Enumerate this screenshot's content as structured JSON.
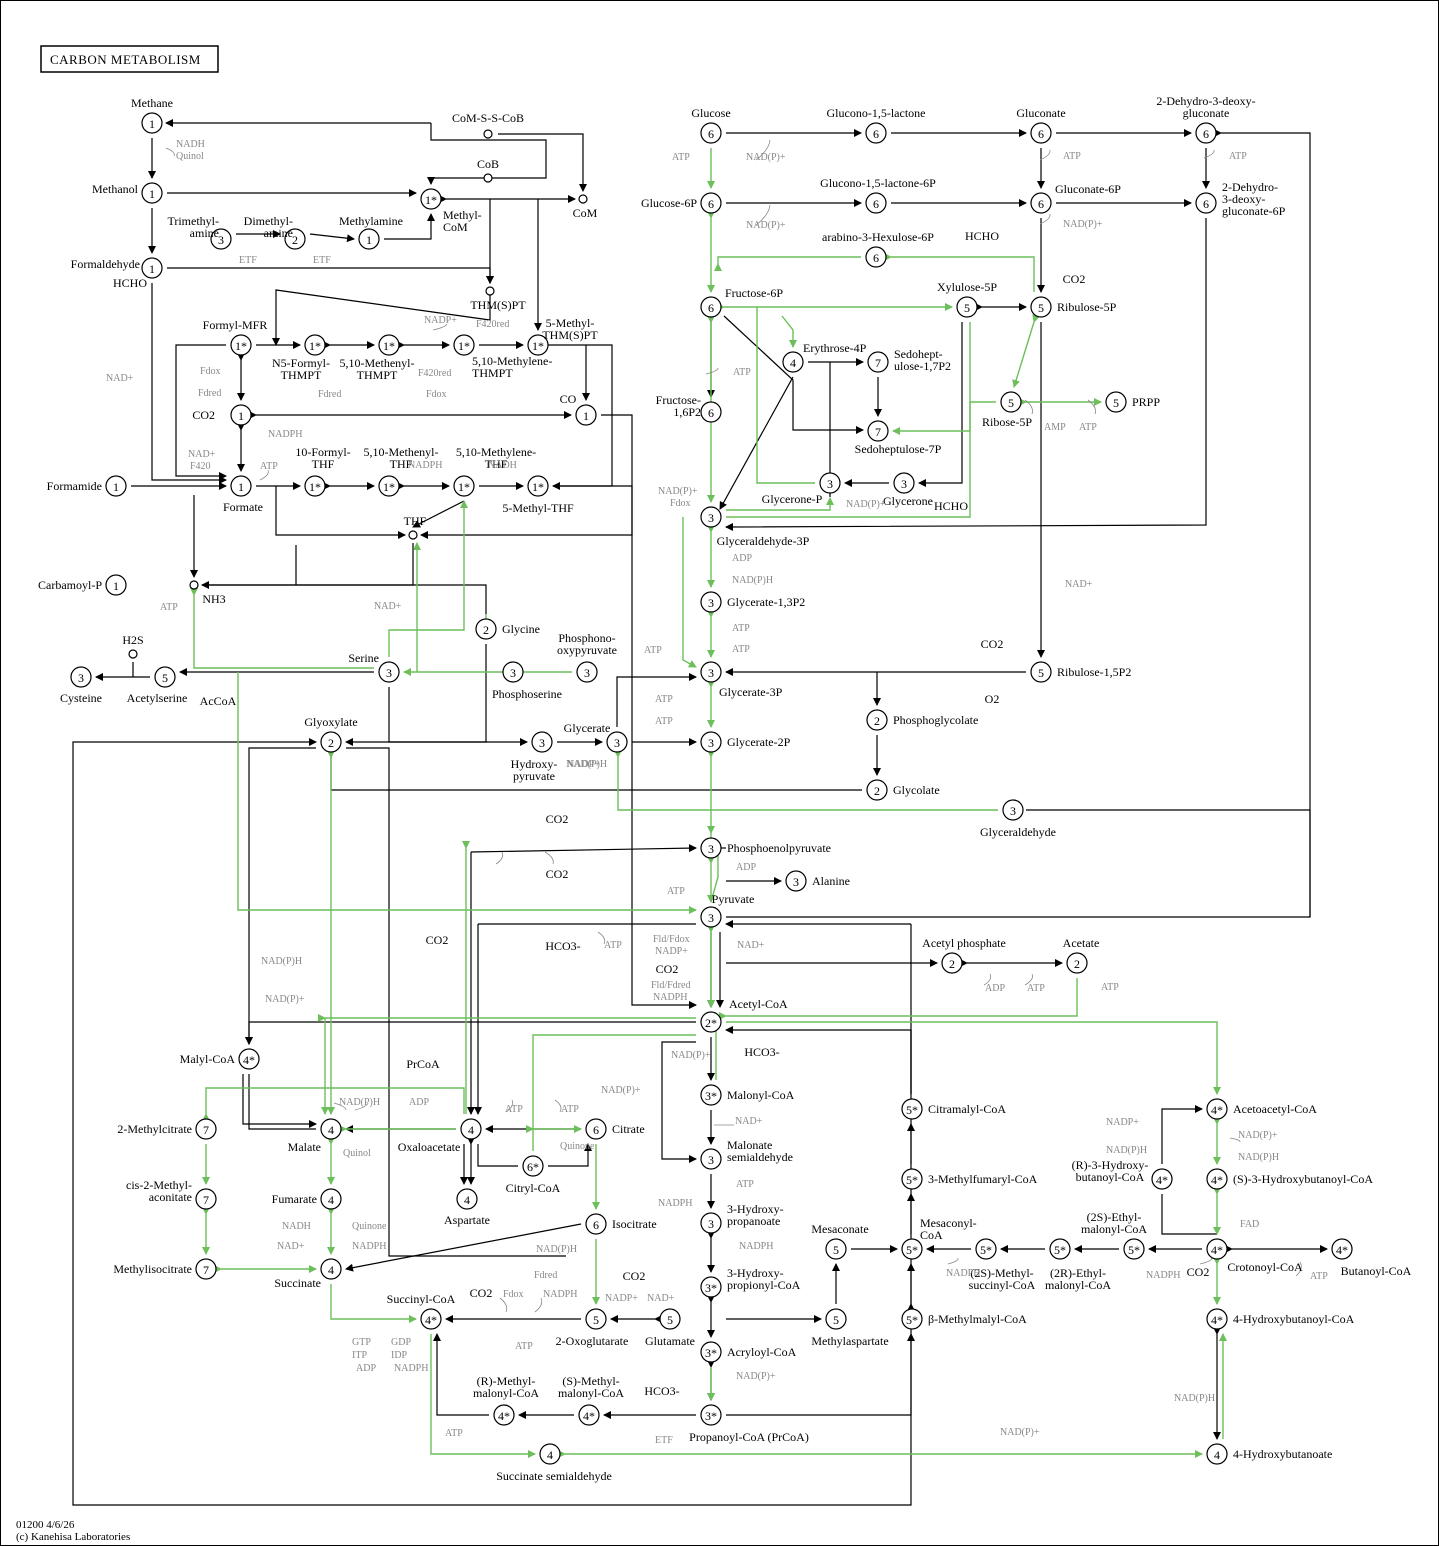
{
  "title": "CARBON METABOLISM",
  "footer": {
    "line1": "01200 4/6/26",
    "line2": "(c) Kanehisa Laboratories"
  },
  "compounds": [
    {
      "id": "methane",
      "label": "Methane",
      "num": "1",
      "small": false
    },
    {
      "id": "methanol",
      "label": "Methanol",
      "num": "1"
    },
    {
      "id": "formaldehyde",
      "label": "Formaldehyde",
      "num": "1"
    },
    {
      "id": "hcho_left",
      "label": "HCHO"
    },
    {
      "id": "trimethylamine",
      "label": "Trimethyl-\namine",
      "num": "3"
    },
    {
      "id": "dimethylamine",
      "label": "Dimethyl-\namine",
      "num": "2"
    },
    {
      "id": "methylamine",
      "label": "Methylamine",
      "num": "1"
    },
    {
      "id": "methylcom",
      "label": "Methyl-\nCoM",
      "num": "1*"
    },
    {
      "id": "comscob",
      "label": "CoM-S-S-CoB"
    },
    {
      "id": "cob",
      "label": "CoB"
    },
    {
      "id": "com",
      "label": "CoM"
    },
    {
      "id": "thmspt",
      "label": "THM(S)PT"
    },
    {
      "id": "formylmfr",
      "label": "Formyl-MFR",
      "num": "1*"
    },
    {
      "id": "n5formylthmpt",
      "label": "N5-Formyl-\nTHMPT",
      "num": "1*"
    },
    {
      "id": "methenylthmpt",
      "label": "5,10-Methenyl-\nTHMPT",
      "num": "1*"
    },
    {
      "id": "methylenethmpt",
      "label": "5,10-Methylene-\nTHMPT",
      "num": "1*"
    },
    {
      "id": "methylthmspt",
      "label": "5-Methyl-\nTHM(S)PT",
      "num": "1*"
    },
    {
      "id": "co2_left",
      "label": "CO2",
      "num": "1"
    },
    {
      "id": "co",
      "label": "CO",
      "num": "1"
    },
    {
      "id": "formamide",
      "label": "Formamide",
      "num": "1"
    },
    {
      "id": "formate",
      "label": "Formate",
      "num": "1"
    },
    {
      "id": "formylthf",
      "label": "10-Formyl-\nTHF",
      "num": "1*"
    },
    {
      "id": "methenylthf",
      "label": "5,10-Methenyl-\nTHF",
      "num": "1*"
    },
    {
      "id": "methylenethf",
      "label": "5,10-Methylene-\nTHF",
      "num": "1*"
    },
    {
      "id": "methylthf",
      "label": "5-Methyl-THF",
      "num": "1*"
    },
    {
      "id": "thf",
      "label": "THF"
    },
    {
      "id": "carbamoylp",
      "label": "Carbamoyl-P",
      "num": "1"
    },
    {
      "id": "nh3",
      "label": "NH3"
    },
    {
      "id": "glycine",
      "label": "Glycine",
      "num": "2"
    },
    {
      "id": "serine",
      "label": "Serine",
      "num": "3"
    },
    {
      "id": "h2s",
      "label": "H2S"
    },
    {
      "id": "cysteine",
      "label": "Cysteine",
      "num": "3"
    },
    {
      "id": "acetylserine",
      "label": "Acetylserine",
      "num": "5"
    },
    {
      "id": "acoa",
      "label": "AcCoA"
    },
    {
      "id": "phosphoserine",
      "label": "Phosphoserine",
      "num": "3"
    },
    {
      "id": "phosphonooxypyruvate",
      "label": "Phosphono-\noxypyruvate",
      "num": "3"
    },
    {
      "id": "glyoxylate",
      "label": "Glyoxylate",
      "num": "2"
    },
    {
      "id": "hydroxypyruvate",
      "label": "Hydroxy-\npyruvate",
      "num": "3"
    },
    {
      "id": "glycerate",
      "label": "Glycerate",
      "num": "3"
    },
    {
      "id": "glucose",
      "label": "Glucose",
      "num": "6"
    },
    {
      "id": "gluconolactone",
      "label": "Glucono-1,5-lactone",
      "num": "6"
    },
    {
      "id": "gluconate",
      "label": "Gluconate",
      "num": "6"
    },
    {
      "id": "dehydrodeoxygluconate",
      "label": "2-Dehydro-3-deoxy-\ngluconate",
      "num": "6"
    },
    {
      "id": "glucose6p",
      "label": "Glucose-6P",
      "num": "6"
    },
    {
      "id": "gluconolactone6p",
      "label": "Glucono-1,5-lactone-6P",
      "num": "6"
    },
    {
      "id": "gluconate6p",
      "label": "Gluconate-6P",
      "num": "6"
    },
    {
      "id": "dehydrodeoxygluconate6p",
      "label": "2-Dehydro-\n3-deoxy-\ngluconate-6P",
      "num": "6"
    },
    {
      "id": "arabinohexulose6p",
      "label": "arabino-3-Hexulose-6P",
      "num": "6"
    },
    {
      "id": "hcho_top",
      "label": "HCHO"
    },
    {
      "id": "fructose6p",
      "label": "Fructose-6P",
      "num": "6"
    },
    {
      "id": "xylulose5p",
      "label": "Xylulose-5P",
      "num": "5"
    },
    {
      "id": "ribulose5p",
      "label": "Ribulose-5P",
      "num": "5"
    },
    {
      "id": "co2_r5p",
      "label": "CO2"
    },
    {
      "id": "erythrose4p",
      "label": "Erythrose-4P",
      "num": "4"
    },
    {
      "id": "sedoheptulose17p2",
      "label": "Sedohept-\nulose-1,7P2",
      "num": "7"
    },
    {
      "id": "fructose16p2",
      "label": "Fructose-\n1,6P2",
      "num": "6"
    },
    {
      "id": "sedoheptulose7p",
      "label": "Sedoheptulose-7P",
      "num": "7"
    },
    {
      "id": "ribose5p",
      "label": "Ribose-5P",
      "num": "5"
    },
    {
      "id": "prpp",
      "label": "PRPP",
      "num": "5"
    },
    {
      "id": "glyceronep",
      "label": "Glycerone-P",
      "num": "3"
    },
    {
      "id": "glycerone",
      "label": "Glycerone",
      "num": "3"
    },
    {
      "id": "hcho_mid",
      "label": "HCHO"
    },
    {
      "id": "glyceraldehyde3p",
      "label": "Glyceraldehyde-3P",
      "num": "3"
    },
    {
      "id": "glycerate13p2",
      "label": "Glycerate-1,3P2",
      "num": "3"
    },
    {
      "id": "glycerate3p",
      "label": "Glycerate-3P",
      "num": "3"
    },
    {
      "id": "ribulose15p2",
      "label": "Ribulose-1,5P2",
      "num": "5"
    },
    {
      "id": "co2_rubisco",
      "label": "CO2"
    },
    {
      "id": "o2",
      "label": "O2"
    },
    {
      "id": "phosphoglycolate",
      "label": "Phosphoglycolate",
      "num": "2"
    },
    {
      "id": "glycerate2p",
      "label": "Glycerate-2P",
      "num": "3"
    },
    {
      "id": "glycolate",
      "label": "Glycolate",
      "num": "2"
    },
    {
      "id": "glyceraldehyde",
      "label": "Glyceraldehyde",
      "num": "3"
    },
    {
      "id": "pep",
      "label": "Phosphoenolpyruvate",
      "num": "3"
    },
    {
      "id": "alanine",
      "label": "Alanine",
      "num": "3"
    },
    {
      "id": "pyruvate",
      "label": "Pyruvate",
      "num": "3"
    },
    {
      "id": "co2_pep1",
      "label": "CO2"
    },
    {
      "id": "co2_pep2",
      "label": "CO2"
    },
    {
      "id": "co2_pyr",
      "label": "CO2"
    },
    {
      "id": "hco3_pyr",
      "label": "HCO3-"
    },
    {
      "id": "co2_acoa",
      "label": "CO2"
    },
    {
      "id": "acetylcoa",
      "label": "Acetyl-CoA",
      "num": "2*"
    },
    {
      "id": "acetylphosphate",
      "label": "Acetyl phosphate",
      "num": "2"
    },
    {
      "id": "acetate",
      "label": "Acetate",
      "num": "2"
    },
    {
      "id": "hco3_acoa",
      "label": "HCO3-"
    },
    {
      "id": "malylcoa",
      "label": "Malyl-CoA",
      "num": "4*"
    },
    {
      "id": "prcoa",
      "label": "PrCoA"
    },
    {
      "id": "malonylcoa",
      "label": "Malonyl-CoA",
      "num": "3*"
    },
    {
      "id": "malonatesemialdehyde",
      "label": "Malonate\nsemialdehyde",
      "num": "3"
    },
    {
      "id": "hydroxypropanoate",
      "label": "3-Hydroxy-\npropanoate",
      "num": "3"
    },
    {
      "id": "hydroxypropionylcoa",
      "label": "3-Hydroxy-\npropionyl-CoA",
      "num": "3*"
    },
    {
      "id": "acryloylcoa",
      "label": "Acryloyl-CoA",
      "num": "3*"
    },
    {
      "id": "propanoylcoa",
      "label": "Propanoyl-CoA (PrCoA)",
      "num": "3*"
    },
    {
      "id": "methylcitrate",
      "label": "2-Methylcitrate",
      "num": "7"
    },
    {
      "id": "methylaconitate",
      "label": "cis-2-Methyl-\naconitate",
      "num": "7"
    },
    {
      "id": "methylisocitrate",
      "label": "Methylisocitrate",
      "num": "7"
    },
    {
      "id": "malate",
      "label": "Malate",
      "num": "4"
    },
    {
      "id": "fumarate",
      "label": "Fumarate",
      "num": "4"
    },
    {
      "id": "succinate",
      "label": "Succinate",
      "num": "4"
    },
    {
      "id": "oxaloacetate",
      "label": "Oxaloacetate",
      "num": "4"
    },
    {
      "id": "aspartate",
      "label": "Aspartate",
      "num": "4"
    },
    {
      "id": "citrylcoa",
      "label": "Citryl-CoA",
      "num": "6*"
    },
    {
      "id": "citrate",
      "label": "Citrate",
      "num": "6"
    },
    {
      "id": "isocitrate",
      "label": "Isocitrate",
      "num": "6"
    },
    {
      "id": "co2_isocit",
      "label": "CO2"
    },
    {
      "id": "succinylcoa",
      "label": "Succinyl-CoA",
      "num": "4*"
    },
    {
      "id": "co2_succ",
      "label": "CO2"
    },
    {
      "id": "oxoglutarate",
      "label": "2-Oxoglutarate",
      "num": "5"
    },
    {
      "id": "glutamate",
      "label": "Glutamate",
      "num": "5"
    },
    {
      "id": "methylaspartate",
      "label": "Methylaspartate",
      "num": "5"
    },
    {
      "id": "mesaconate",
      "label": "Mesaconate",
      "num": "5"
    },
    {
      "id": "rmethylmalonylcoa",
      "label": "(R)-Methyl-\nmalonyl-CoA",
      "num": "4*"
    },
    {
      "id": "smethylmalonylcoa",
      "label": "(S)-Methyl-\nmalonyl-CoA",
      "num": "4*"
    },
    {
      "id": "hco3_prcoa",
      "label": "HCO3-"
    },
    {
      "id": "succinatesemialdehyde",
      "label": "Succinate semialdehyde",
      "num": "4"
    },
    {
      "id": "citramalylcoa",
      "label": "Citramalyl-CoA",
      "num": "5*"
    },
    {
      "id": "methylfumarylcoa",
      "label": "3-Methylfumaryl-CoA",
      "num": "5*"
    },
    {
      "id": "mesaconylcoa",
      "label": "Mesaconyl-\nCoA",
      "num": "5*"
    },
    {
      "id": "methylmalylcoa",
      "label": "β-Methylmalyl-CoA",
      "num": "5*"
    },
    {
      "id": "smethylsuccinylcoa",
      "label": "(2S)-Methyl-\nsuccinyl-CoA",
      "num": "5*"
    },
    {
      "id": "rethylmalonylcoa",
      "label": "(2R)-Ethyl-\nmalonyl-CoA",
      "num": "5*"
    },
    {
      "id": "sethylmalonylcoa",
      "label": "(2S)-Ethyl-\nmalonyl-CoA",
      "num": "5*"
    },
    {
      "id": "co2_crot",
      "label": "CO2"
    },
    {
      "id": "acetoacetylcoa",
      "label": "Acetoacetyl-CoA",
      "num": "4*"
    },
    {
      "id": "rhydroxybutanoylcoa",
      "label": "(R)-3-Hydroxy-\nbutanoyl-CoA",
      "num": "4*"
    },
    {
      "id": "shydroxybutanoylcoa",
      "label": "(S)-3-Hydroxybutanoyl-CoA",
      "num": "4*"
    },
    {
      "id": "crotonoylcoa",
      "label": "Crotonoyl-CoA",
      "num": "4*"
    },
    {
      "id": "butanoylcoa",
      "label": "Butanoyl-CoA",
      "num": "4*"
    },
    {
      "id": "hydroxybutanoylcoa4",
      "label": "4-Hydroxybutanoyl-CoA",
      "num": "4*"
    },
    {
      "id": "hydroxybutanoate4",
      "label": "4-Hydroxybutanoate",
      "num": "4"
    }
  ],
  "cofactors": [
    "NADH",
    "Quinol",
    "ETF",
    "ETF",
    "NADP+",
    "F420red",
    "Fdox",
    "Fdred",
    "F420red",
    "NAD+",
    "Fdred",
    "Fdox",
    "NADPH",
    "NAD+",
    "F420",
    "ATP",
    "NADPH",
    "NADH",
    "ATP",
    "NAD+",
    "ATP",
    "NAD(P)+",
    "ATP",
    "NAD(P)+",
    "ATP",
    "NAD(P)+",
    "ATP",
    "NAD(P)+",
    "Fdox",
    "NAD(P)+",
    "NAD(P)H",
    "ADP",
    "ATP",
    "ATP",
    "AMP",
    "ATP",
    "NAD+",
    "ATP",
    "ATP",
    "NAD(P)H",
    "NADP+",
    "Fdox",
    "ATP",
    "ADP",
    "ATP",
    "Fld/Fdox",
    "NADP+",
    "NAD+",
    "Fld/Fdred",
    "NADPH",
    "ATP",
    "ADP",
    "ATP",
    "NAD(P)H",
    "NAD(P)+",
    "ATP",
    "NAD(P)+",
    "NAD(P)+",
    "NAD(P)H",
    "ADP",
    "ATP",
    "ATP",
    "Quinone",
    "Quinol",
    "NADH",
    "Quinone",
    "NAD+",
    "NADPH",
    "NAD+",
    "NADPH",
    "ATP",
    "NADPH",
    "NAD(P)+",
    "NAD(P)H",
    "Fdred",
    "Fdox",
    "NADPH",
    "NADP+",
    "NAD+",
    "ATP",
    "GTP",
    "ITP",
    "ADP",
    "GDP",
    "IDP",
    "NADPH",
    "ATP",
    "ETF",
    "NADPH",
    "NADPH",
    "NADP+",
    "NAD(P)H",
    "NAD(P)+",
    "NAD(P)H",
    "FAD",
    "ATP",
    "NAD(P)H",
    "NAD(P)+"
  ],
  "colors": {
    "green": "#6cbf5a",
    "grey": "#888888",
    "black": "#000000"
  }
}
